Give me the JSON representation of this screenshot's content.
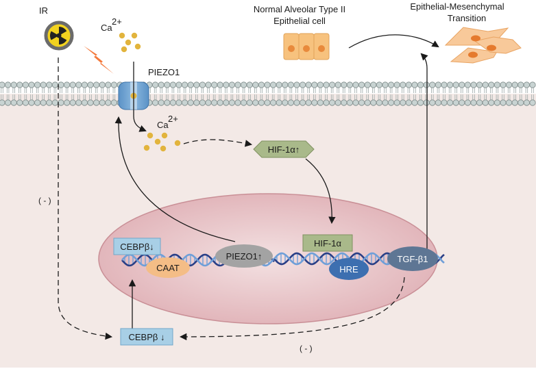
{
  "labels": {
    "ir": "IR",
    "ca_top": "Ca",
    "ca_top_sup": "2+",
    "piezo1_channel": "PIEZO1",
    "ca_inside": "Ca",
    "ca_inside_sup": "2+",
    "normal_cell_line1": "Normal Alveolar Type II",
    "normal_cell_line2": "Epithelial cell",
    "emt_line1": "Epithelial-Mesenchymal",
    "emt_line2": "Transition",
    "hif_cytoplasm": "HIF-1α↑",
    "hif_nucleus": "HIF-1α",
    "hre": "HRE",
    "tgf": "TGF-β1",
    "cebp_nucleus": "CEBPβ↓",
    "caat": "CAAT",
    "piezo1_gene": "PIEZO1↑",
    "cebp_bottom": "CEBPβ ↓",
    "neg_left": "( - )",
    "neg_bottom": "( - )"
  },
  "colors": {
    "cytoplasm": "#f3e9e6",
    "nucleus_fill": "#e9c9cc",
    "nucleus_edge": "#c98f96",
    "dna_dark": "#2a3f86",
    "dna_light": "#6f9fd8",
    "membrane_head": "#c8d3d2",
    "hif_green": "#a9b98a",
    "cebp_blue": "#a8cfe6",
    "caat_orange": "#f4bd86",
    "hre_blue": "#3d6fb0",
    "tgf_slate": "#5e7694",
    "piezo_gray": "#a3a3a3",
    "calcium": "#e2b43d",
    "epithelial": "#f7c27e",
    "mesenchymal": "#f0954e"
  },
  "icons": [
    "radiation-icon",
    "lightning-icon",
    "piezo1-channel-icon",
    "epithelial-cells-icon",
    "mesenchymal-cells-icon"
  ]
}
